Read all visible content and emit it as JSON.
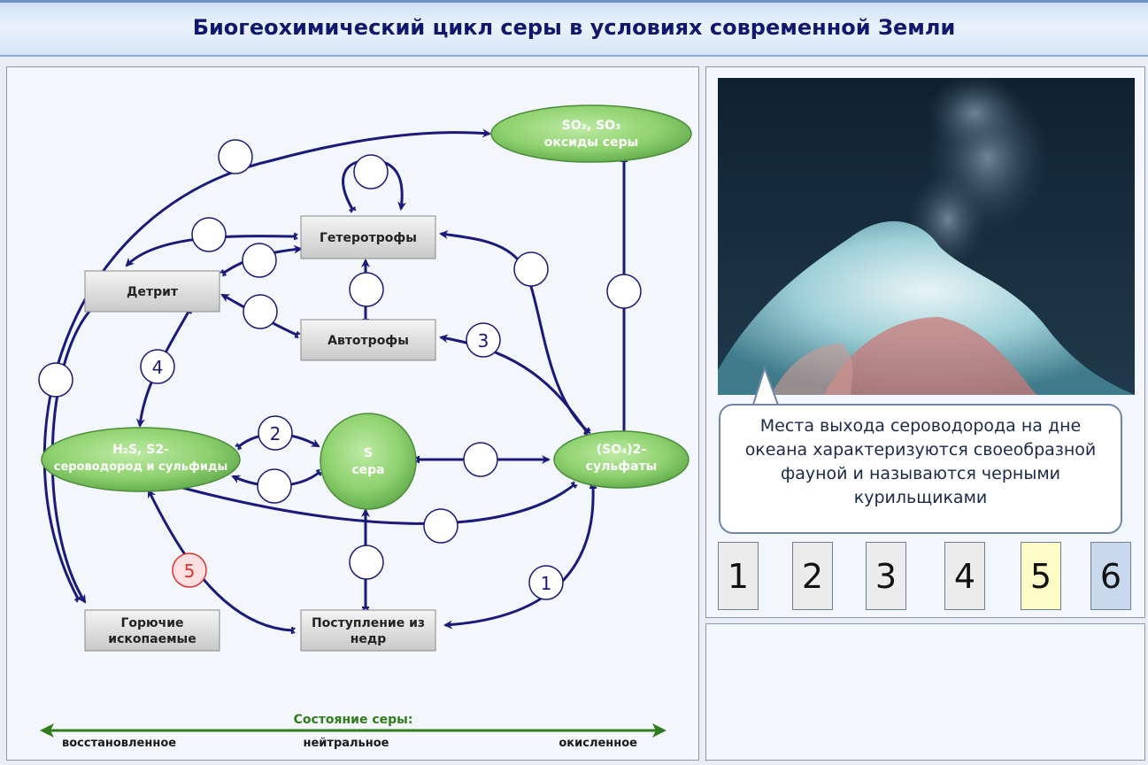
{
  "header": {
    "title": "Биогеохимический цикл серы в условиях современной Земли"
  },
  "diagram": {
    "nodes": {
      "oxides_line1": "SO₂, SO₃",
      "oxides_line2": "оксиды серы",
      "heterotrophs": "Гетеротрофы",
      "detritus": "Детрит",
      "autotrophs": "Автотрофы",
      "sulfides_line1": "H₂S, S2-",
      "sulfides_line2": "сероводород и сульфиды",
      "sulfur_line1": "S",
      "sulfur_line2": "сера",
      "sulfates_line1": "(SO₄)2-",
      "sulfates_line2": "сульфаты",
      "fossils_line1": "Горючие",
      "fossils_line2": "ископаемые",
      "interior_line1": "Поступление из",
      "interior_line2": "недр"
    },
    "circle_labels": {
      "c1": "1",
      "c2": "2",
      "c3": "3",
      "c4": "4",
      "c5": "5"
    },
    "scale": {
      "title": "Состояние серы:",
      "left": "восстановленное",
      "middle": "нейтральное",
      "right": "окисленное"
    },
    "colors": {
      "arrow": "#1a1a7a",
      "node_green": "#8fd16f",
      "highlight_red": "#e03030",
      "scale_green": "#2f7d1a"
    }
  },
  "side": {
    "bubble_text": "Места выхода сероводорода на дне океана характеризуются своеобразной фауной и называются черными курильщиками",
    "buttons": [
      {
        "label": "1",
        "color": "#ececec"
      },
      {
        "label": "2",
        "color": "#ececec"
      },
      {
        "label": "3",
        "color": "#ececec"
      },
      {
        "label": "4",
        "color": "#ececec"
      },
      {
        "label": "5",
        "color": "#fdfbc6"
      },
      {
        "label": "6",
        "color": "#c9d8ec"
      }
    ]
  }
}
